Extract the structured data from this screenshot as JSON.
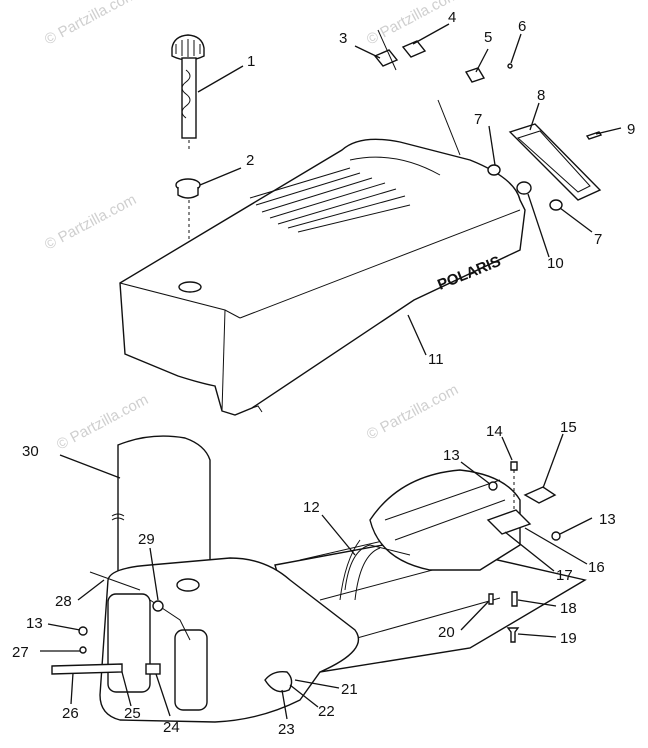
{
  "watermark": "© Partzilla.com",
  "callouts": [
    {
      "id": "c1",
      "text": "1"
    },
    {
      "id": "c2",
      "text": "2"
    },
    {
      "id": "c3",
      "text": "3"
    },
    {
      "id": "c4",
      "text": "4"
    },
    {
      "id": "c5",
      "text": "5"
    },
    {
      "id": "c6",
      "text": "6"
    },
    {
      "id": "c7a",
      "text": "7"
    },
    {
      "id": "c7b",
      "text": "7"
    },
    {
      "id": "c8",
      "text": "8"
    },
    {
      "id": "c9",
      "text": "9"
    },
    {
      "id": "c10",
      "text": "10"
    },
    {
      "id": "c11",
      "text": "11"
    },
    {
      "id": "c12",
      "text": "12"
    },
    {
      "id": "c13a",
      "text": "13"
    },
    {
      "id": "c13b",
      "text": "13"
    },
    {
      "id": "c13c",
      "text": "13"
    },
    {
      "id": "c14",
      "text": "14"
    },
    {
      "id": "c15",
      "text": "15"
    },
    {
      "id": "c16",
      "text": "16"
    },
    {
      "id": "c17",
      "text": "17"
    },
    {
      "id": "c18",
      "text": "18"
    },
    {
      "id": "c19",
      "text": "19"
    },
    {
      "id": "c20",
      "text": "20"
    },
    {
      "id": "c21",
      "text": "21"
    },
    {
      "id": "c22",
      "text": "22"
    },
    {
      "id": "c23",
      "text": "23"
    },
    {
      "id": "c24",
      "text": "24"
    },
    {
      "id": "c25",
      "text": "25"
    },
    {
      "id": "c26",
      "text": "26"
    },
    {
      "id": "c27",
      "text": "27"
    },
    {
      "id": "c28",
      "text": "28"
    },
    {
      "id": "c29",
      "text": "29"
    },
    {
      "id": "c30",
      "text": "30"
    }
  ],
  "seat_logo": "POLARIS"
}
